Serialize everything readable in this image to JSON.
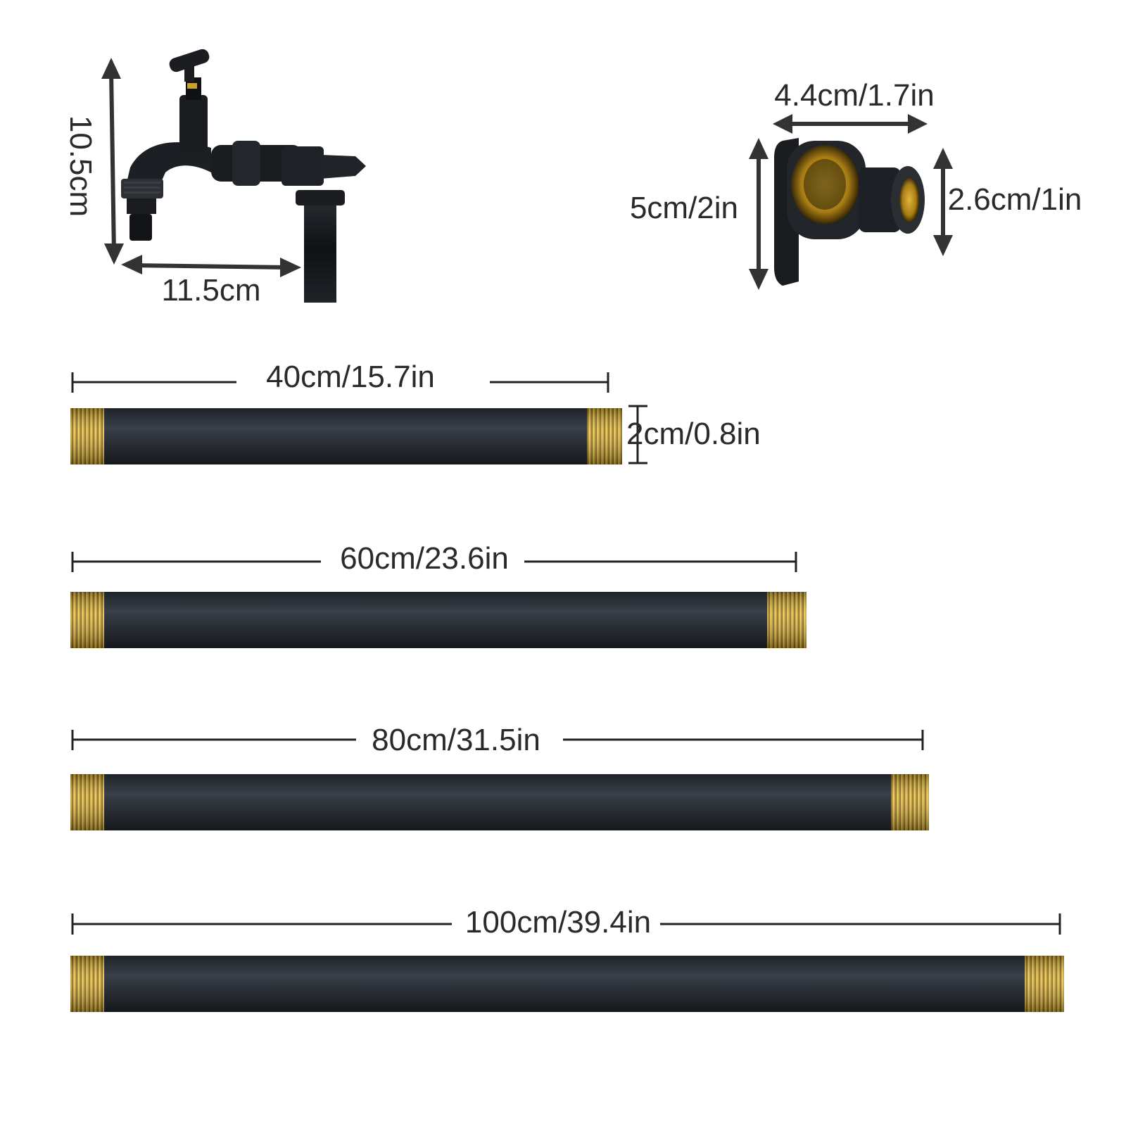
{
  "faucet": {
    "height_label": "10.5cm",
    "width_label": "11.5cm"
  },
  "elbow": {
    "width_label": "4.4cm/1.7in",
    "height_label": "5cm/2in",
    "outlet_label": "2.6cm/1in"
  },
  "pipes": [
    {
      "length_label": "40cm/15.7in",
      "diameter_label": "2cm/0.8in"
    },
    {
      "length_label": "60cm/23.6in"
    },
    {
      "length_label": "80cm/31.5in"
    },
    {
      "length_label": "100cm/39.4in"
    }
  ],
  "colors": {
    "pipe_body": "#2b2f36",
    "brass": "#c9a22e",
    "background": "#ffffff"
  }
}
